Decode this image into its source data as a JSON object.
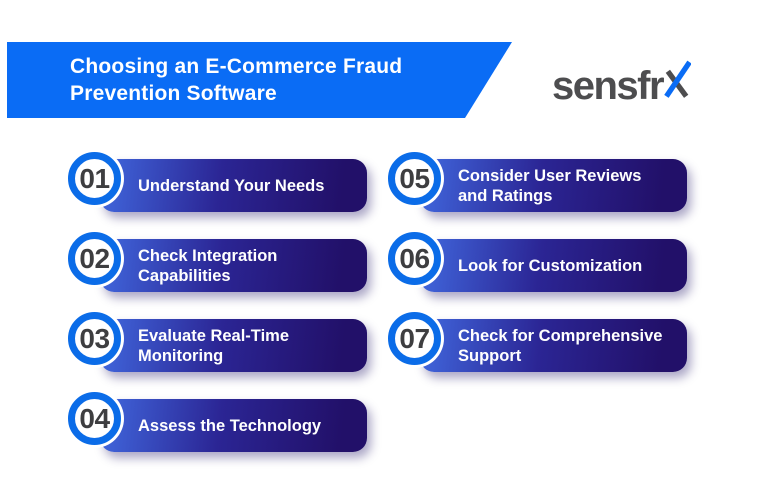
{
  "header": {
    "title_lines": [
      "Choosing an E-Commerce Fraud",
      "Prevention Software"
    ],
    "full_title": "Choosing an E-Commerce Fraud Prevention Software"
  },
  "logo": {
    "full_name": "sensfrx",
    "text_prefix": "sensfr",
    "x_letter": "x"
  },
  "items": [
    {
      "number": "01",
      "title": "Understand Your Needs"
    },
    {
      "number": "02",
      "title": "Check Integration Capabilities"
    },
    {
      "number": "03",
      "title": "Evaluate Real-Time Monitoring"
    },
    {
      "number": "04",
      "title": "Assess the Technology"
    },
    {
      "number": "05",
      "title": "Consider User Reviews and Ratings"
    },
    {
      "number": "06",
      "title": "Look for Customization"
    },
    {
      "number": "07",
      "title": "Check for Comprehensive Support"
    }
  ],
  "colors": {
    "banner_blue": "#0a6cf5",
    "circle_ring_blue": "#0b6ce8",
    "pill_gradient_start": "#4168de",
    "pill_gradient_end": "#221069",
    "number_gray": "#3e3e40",
    "logo_gray": "#4d4d4f",
    "logo_accent_blue": "#0a6cf5",
    "background": "#ffffff",
    "text_white": "#ffffff"
  }
}
